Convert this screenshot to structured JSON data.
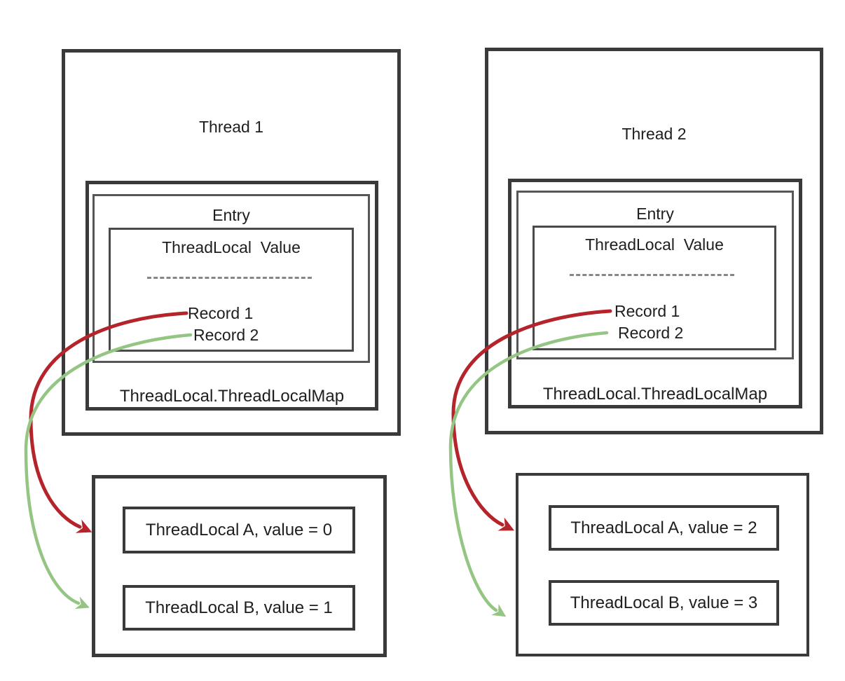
{
  "colors": {
    "box_border": "#3a3a3a",
    "inner_border": "#565656",
    "value_border": "#4a4a4a",
    "dash_line": "#868686",
    "arrow_red": "#b5232b",
    "arrow_green": "#94c583",
    "text": "#1e1e1e",
    "background": "#ffffff"
  },
  "thread1": {
    "title": "Thread 1",
    "entry_label": "Entry",
    "value_header": "ThreadLocal  Value",
    "records": [
      "Record 1",
      "Record 2"
    ],
    "map_label": "ThreadLocal.ThreadLocalMap",
    "locals": [
      "ThreadLocal A, value = 0",
      "ThreadLocal B, value = 1"
    ]
  },
  "thread2": {
    "title": "Thread 2",
    "entry_label": "Entry",
    "value_header": "ThreadLocal  Value",
    "records": [
      "Record 1",
      "Record 2"
    ],
    "map_label": "ThreadLocal.ThreadLocalMap",
    "locals": [
      "ThreadLocal A, value = 2",
      "ThreadLocal B, value = 3"
    ]
  }
}
